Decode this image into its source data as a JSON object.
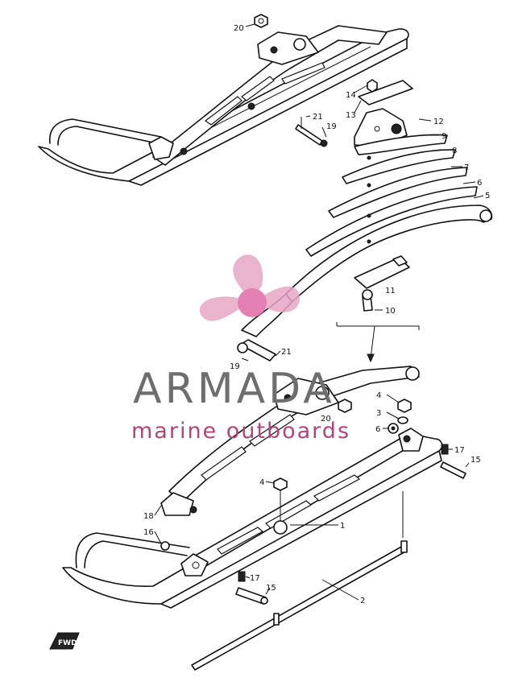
{
  "diagram": {
    "callouts": [
      {
        "id": "c20a",
        "label": "20"
      },
      {
        "id": "c14",
        "label": "14"
      },
      {
        "id": "c13",
        "label": "13"
      },
      {
        "id": "c12",
        "label": "12"
      },
      {
        "id": "c9",
        "label": "9"
      },
      {
        "id": "c8",
        "label": "8"
      },
      {
        "id": "c7",
        "label": "7"
      },
      {
        "id": "c6a",
        "label": "6"
      },
      {
        "id": "c5",
        "label": "5"
      },
      {
        "id": "c21a",
        "label": "21"
      },
      {
        "id": "c19a",
        "label": "19"
      },
      {
        "id": "c11",
        "label": "11"
      },
      {
        "id": "c10",
        "label": "10"
      },
      {
        "id": "c19b",
        "label": "19"
      },
      {
        "id": "c21b",
        "label": "21"
      },
      {
        "id": "c4a",
        "label": "4"
      },
      {
        "id": "c20b",
        "label": "20"
      },
      {
        "id": "c3",
        "label": "3"
      },
      {
        "id": "c6b",
        "label": "6"
      },
      {
        "id": "c17a",
        "label": "17"
      },
      {
        "id": "c15a",
        "label": "15"
      },
      {
        "id": "c4b",
        "label": "4"
      },
      {
        "id": "c18",
        "label": "18"
      },
      {
        "id": "c1",
        "label": "1"
      },
      {
        "id": "c16",
        "label": "16"
      },
      {
        "id": "c17b",
        "label": "17"
      },
      {
        "id": "c15b",
        "label": "15"
      },
      {
        "id": "c2",
        "label": "2"
      }
    ],
    "fwd_label": "FWD"
  },
  "watermark": {
    "brand": "ARMADA",
    "tagline": "marine outboards",
    "colors": {
      "brand_text": "#6e6e6e",
      "tagline_text": "#b0457c",
      "propeller": "#e7a6c6",
      "hub": "#e06aa6"
    }
  }
}
